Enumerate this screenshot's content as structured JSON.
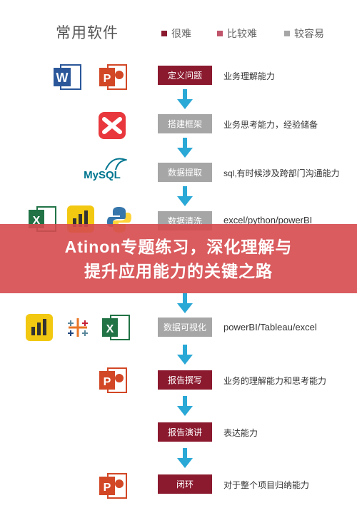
{
  "header": {
    "title": "常用软件",
    "legend": [
      {
        "label": "很难",
        "color": "#8b1a2f"
      },
      {
        "label": "比较难",
        "color": "#c0546a"
      },
      {
        "label": "较容易",
        "color": "#a6a6a6"
      }
    ]
  },
  "steps": [
    {
      "label": "定义问题",
      "desc": "业务理解能力",
      "level": "很难"
    },
    {
      "label": "搭建框架",
      "desc": "业务思考能力，经验储备",
      "level": "较容易"
    },
    {
      "label": "数据提取",
      "desc": "sql,有时候涉及跨部门沟通能力",
      "level": "较容易"
    },
    {
      "label": "数据清洗",
      "desc": "excel/python/powerBI",
      "level": "较容易"
    },
    {
      "label": "数据可视化",
      "desc": "powerBI/Tableau/excel",
      "level": "较容易"
    },
    {
      "label": "报告撰写",
      "desc": "业务的理解能力和思考能力",
      "level": "很难"
    },
    {
      "label": "报告演讲",
      "desc": "表达能力",
      "level": "很难"
    },
    {
      "label": "闭环",
      "desc": "对于整个项目归纳能力",
      "level": "很难"
    }
  ],
  "icons": {
    "mysql_text": "MySQL"
  },
  "banner": {
    "line1": "Atinon专题练习，深化理解与",
    "line2": "提升应用能力的关键之路"
  },
  "colors": {
    "arrow": "#2aa8d6",
    "banner": "#d64a4e"
  }
}
